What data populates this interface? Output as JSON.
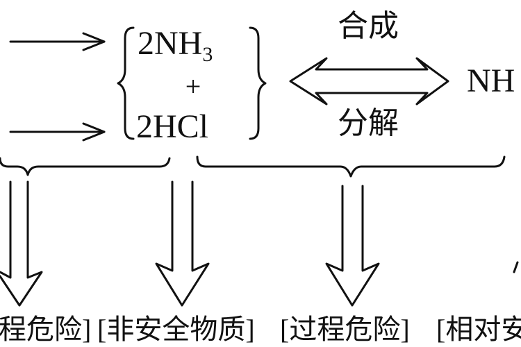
{
  "formula": {
    "top_prefix": "2NH",
    "top_sub": "3",
    "plus": "+",
    "bottom": "2HCl"
  },
  "arrow_top_label": "合成",
  "arrow_bottom_label": "分解",
  "product_fragment": "NH",
  "categories": [
    "程危险]",
    "[非安全物质]",
    "[过程危险]",
    "[相对安"
  ]
}
